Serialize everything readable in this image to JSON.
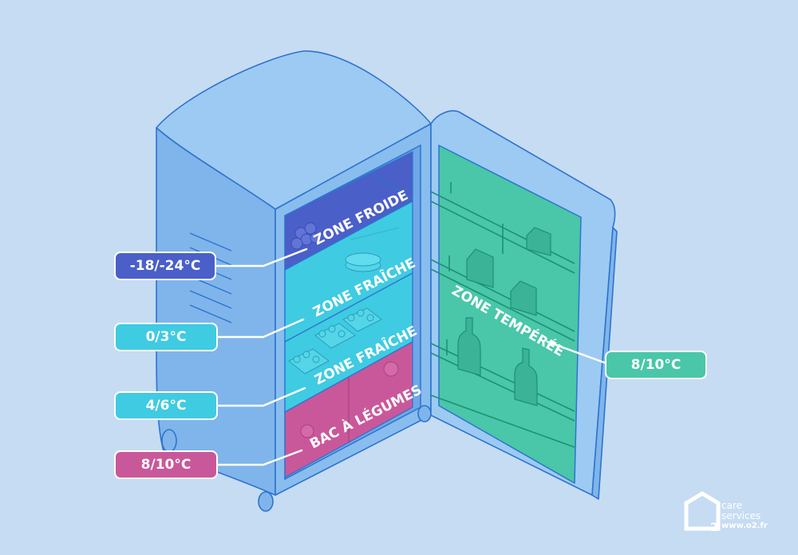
{
  "zones": {
    "froide": "ZONE FROIDE",
    "fraiche_upper": "ZONE FRAÎCHE",
    "fraiche_lower": "ZONE FRAÎCHE",
    "legumes": "BAC À LÉGUMES",
    "temperee": "ZONE TEMPÉRÉE"
  },
  "temperatures": {
    "froide": "-18/-24°C",
    "fraiche_upper": "0/3°C",
    "fraiche_lower": "4/6°C",
    "legumes": "8/10°C",
    "temperee": "8/10°C"
  },
  "colors": {
    "background": "#c6dcf2",
    "fridge_body": "#8fbfec",
    "zone_froide": "#4a5fc8",
    "zone_fraiche": "#3fcbe2",
    "zone_legumes": "#c9589a",
    "zone_temperee": "#49c7a8"
  },
  "brand": {
    "line1": "care",
    "line2": "services",
    "url": "www.o2.fr",
    "logo_icon": "o2-logo-icon"
  }
}
